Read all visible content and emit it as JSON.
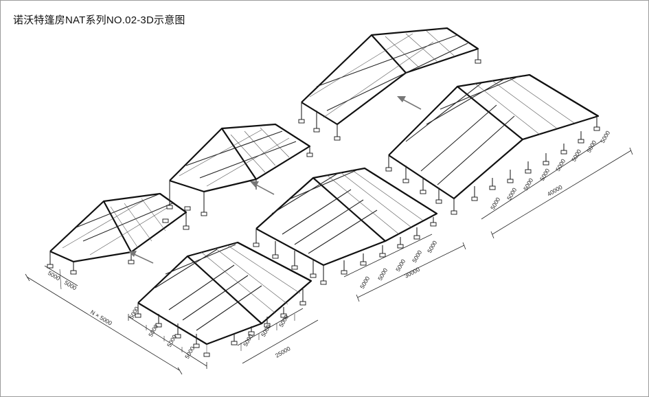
{
  "title": "诺沃特篷房NAT系列NO.02-3D示意图",
  "icons": {
    "arrow": "arrow-upper-left-icon"
  },
  "dimensions": {
    "small_tent_bays": [
      "5000",
      "5000"
    ],
    "small_tent_length": "N × 5000",
    "tent_25m_bays": [
      "5000",
      "5000",
      "5000",
      "5000"
    ],
    "tent_25m_front_bays": [
      "5000",
      "5000",
      "5000"
    ],
    "tent_25m_span": "25000",
    "tent_30m_bays": [
      "5000",
      "5000",
      "5000",
      "5000",
      "5000"
    ],
    "tent_30m_span": "30000",
    "tent_40m_bays": [
      "5000",
      "5000",
      "5000",
      "5000",
      "5000",
      "5000",
      "5000",
      "5000"
    ],
    "tent_40m_span": "40000"
  }
}
